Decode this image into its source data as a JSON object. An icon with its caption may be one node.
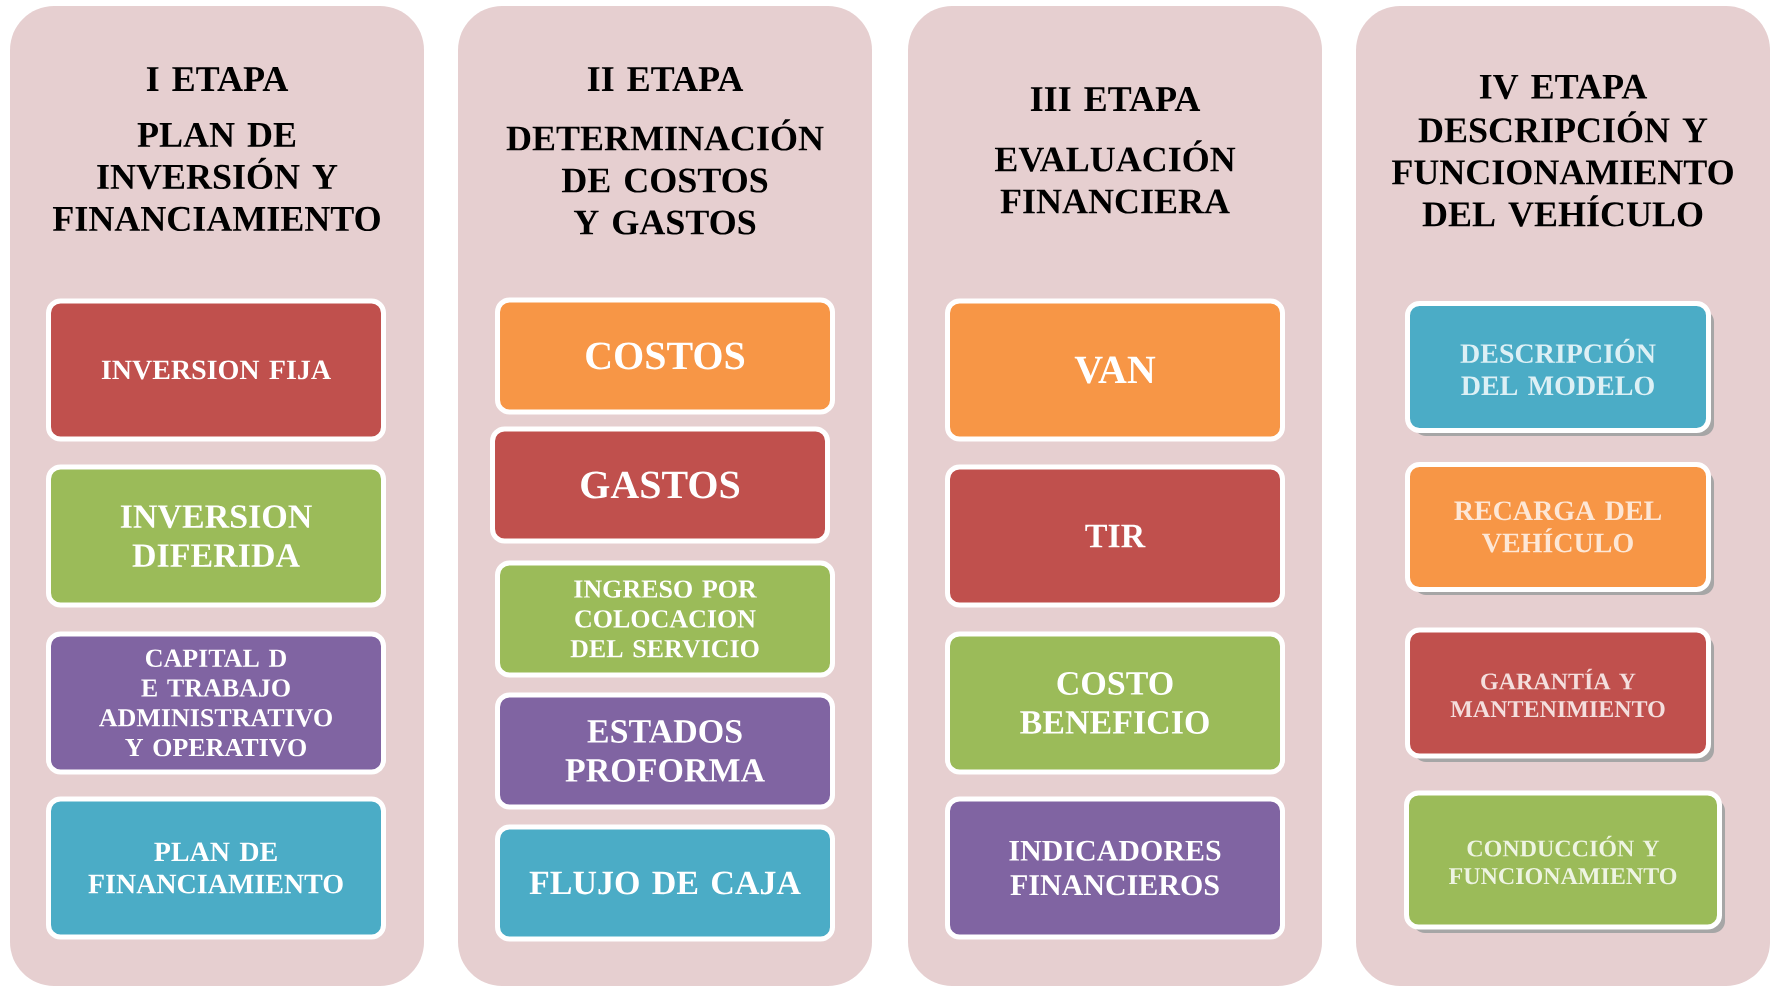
{
  "diagram": {
    "nodes": [
      {
        "text": [
          "I ETAPA",
          "PLAN DE INVERSIÓN Y FINANCIAMIENTO"
        ]
      },
      {
        "text": [
          "INVERSION FIJA"
        ],
        "in": 0
      },
      {
        "text": [
          "INVERSION DIFERIDA"
        ],
        "in": 0
      },
      {
        "text": [
          "CAPITAL D E TRABAJO ADMINISTRATIVO Y OPERATIVO"
        ],
        "in": 0
      },
      {
        "text": [
          "PLAN DE FINANCIAMIENTO"
        ],
        "in": 0
      },
      {
        "text": [
          "II ETAPA",
          "DETERMINACIÓN DE COSTOS Y GASTOS"
        ]
      },
      {
        "text": [
          "COSTOS"
        ],
        "in": 5
      },
      {
        "text": [
          "GASTOS"
        ],
        "in": 5
      },
      {
        "text": [
          "INGRESO POR COLOCACION DEL SERVICIO"
        ],
        "in": 5
      },
      {
        "text": [
          "ESTADOS PROFORMA"
        ],
        "in": 5
      },
      {
        "text": [
          "FLUJO DE CAJA"
        ],
        "in": 5
      },
      {
        "text": [
          "III ETAPA",
          "EVALUACIÓN FINANCIERA"
        ]
      },
      {
        "text": [
          "VAN"
        ],
        "in": 11
      },
      {
        "text": [
          "TIR"
        ],
        "in": 11
      },
      {
        "text": [
          "COSTO BENEFICIO"
        ],
        "in": 11
      },
      {
        "text": [
          "INDICADORES FINANCIEROS"
        ],
        "in": 11
      },
      {
        "text": [
          "IV ETAPA",
          "DESCRIPCIÓN  Y FUNCIONAMIENTO DEL VEHÍCULO"
        ]
      },
      {
        "text": [
          "DESCRIPCIÓN DEL MODELO"
        ],
        "in": 16
      },
      {
        "text": [
          "RECARGA DEL VEHÍCULO"
        ],
        "in": 16
      },
      {
        "text": [
          "GARANTÍA Y MANTENIMIENTO"
        ],
        "in": 16
      },
      {
        "text": [
          "CONDUCCIÓN Y FUNCIONAMIENTO"
        ],
        "in": 16
      }
    ]
  }
}
